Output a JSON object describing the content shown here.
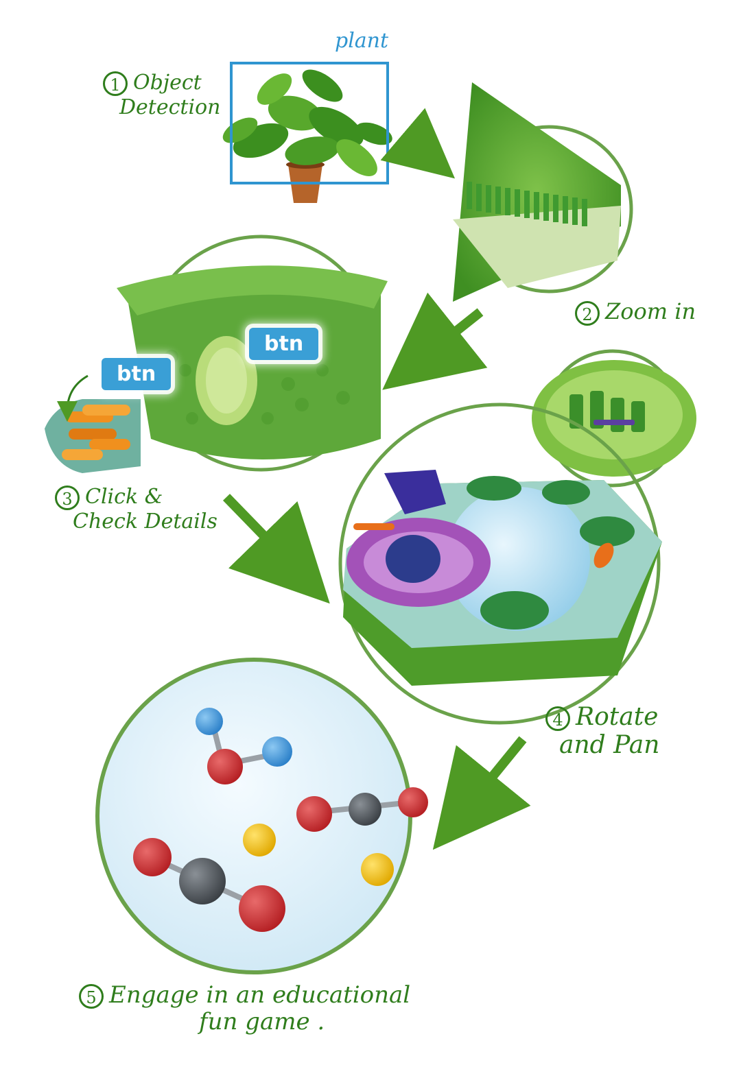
{
  "steps": [
    {
      "number": "1",
      "label_line1": "Object",
      "label_line2": "Detection"
    },
    {
      "number": "2",
      "label_line1": "Zoom in",
      "label_line2": ""
    },
    {
      "number": "3",
      "label_line1": "Click &",
      "label_line2": "Check Details"
    },
    {
      "number": "4",
      "label_line1": "Rotate",
      "label_line2": "and Pan"
    },
    {
      "number": "5",
      "label_line1": "Engage in an educational",
      "label_line2": "fun game ."
    }
  ],
  "detection_label": "plant",
  "buttons": [
    {
      "label": "btn"
    },
    {
      "label": "btn"
    }
  ],
  "colors": {
    "ink_green": "#2f7d1c",
    "detection_blue": "#2f95d0",
    "button_blue": "#3a9fd6",
    "arrow_green": "#5aa82a",
    "circle_green": "#6aa24a"
  }
}
